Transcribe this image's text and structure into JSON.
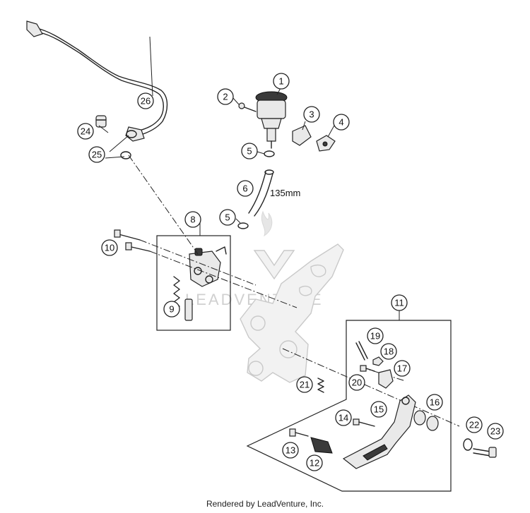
{
  "diagram": {
    "dimension_label": "135mm",
    "watermark_text": "LEADVENTURE",
    "footer": "Rendered by LeadVenture, Inc.",
    "callouts": {
      "c1": "1",
      "c2": "2",
      "c3": "3",
      "c4": "4",
      "c5a": "5",
      "c5b": "5",
      "c6": "6",
      "c8": "8",
      "c9": "9",
      "c10": "10",
      "c11": "11",
      "c12": "12",
      "c13": "13",
      "c14": "14",
      "c15": "15",
      "c16": "16",
      "c17": "17",
      "c18": "18",
      "c19": "19",
      "c20": "20",
      "c21": "21",
      "c22": "22",
      "c23": "23",
      "c24": "24",
      "c25": "25",
      "c26": "26"
    }
  }
}
